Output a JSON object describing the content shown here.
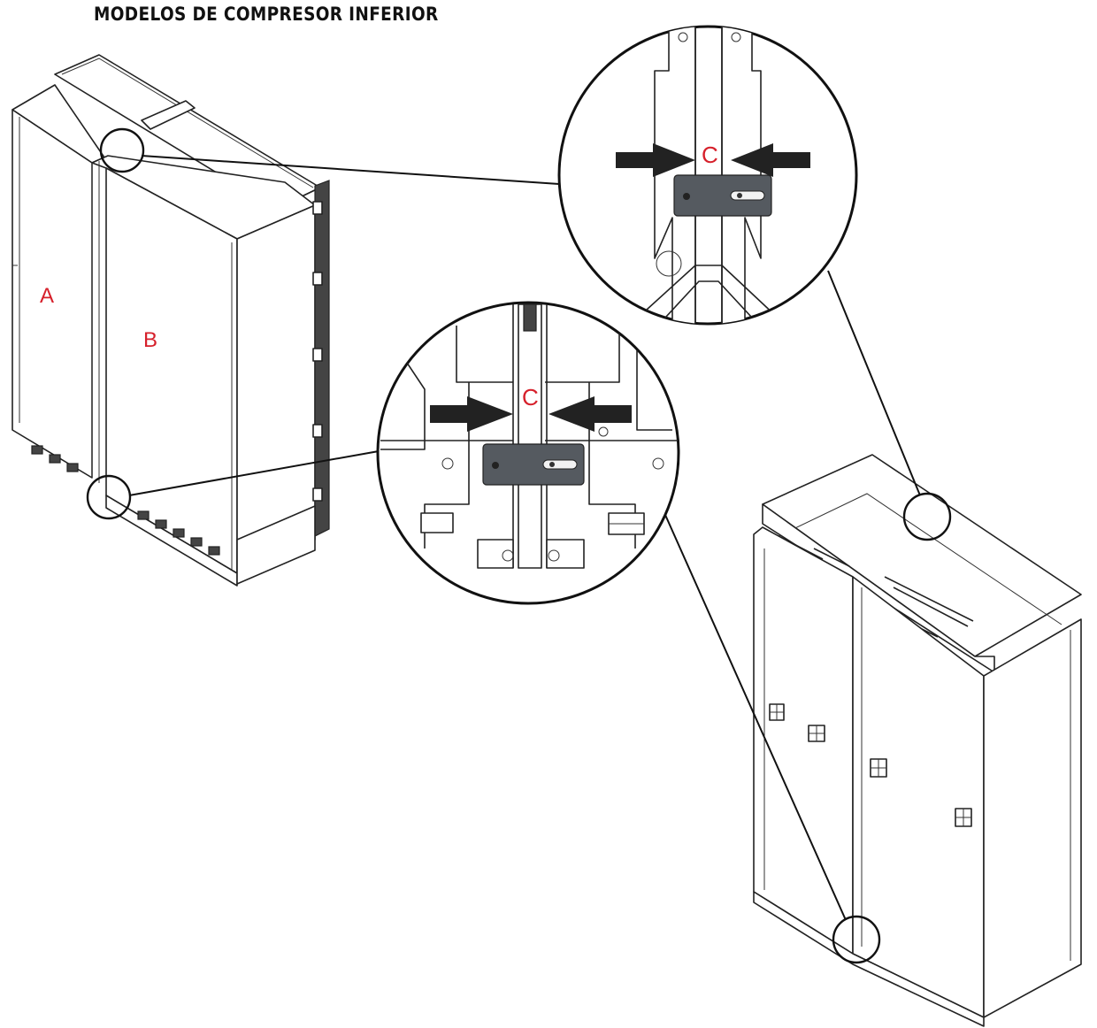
{
  "title": "MODELOS DE COMPRESOR INFERIOR",
  "labels": {
    "unit_a": "A",
    "unit_b": "B",
    "gap_top": "C",
    "gap_bottom": "C"
  },
  "colors": {
    "label_red": "#d6202b",
    "line": "#222222",
    "plate": "#555a60"
  }
}
